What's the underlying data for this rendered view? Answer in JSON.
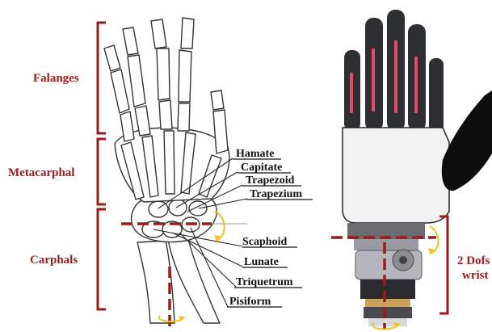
{
  "regions": [
    {
      "id": "falanges",
      "label": "Falanges"
    },
    {
      "id": "metacarphal",
      "label": "Metacarphal"
    },
    {
      "id": "carphals",
      "label": "Carphals"
    }
  ],
  "bones": [
    {
      "id": "hamate",
      "label": "Hamate"
    },
    {
      "id": "capitate",
      "label": "Capitate"
    },
    {
      "id": "trapezoid",
      "label": "Trapezoid"
    },
    {
      "id": "trapezium",
      "label": "Trapezium"
    },
    {
      "id": "scaphoid",
      "label": "Scaphoid"
    },
    {
      "id": "lunate",
      "label": "Lunate"
    },
    {
      "id": "triquetrum",
      "label": "Triquetrum"
    },
    {
      "id": "pisiform",
      "label": "Pisiform"
    }
  ],
  "wrist_label": {
    "line1": "2 Dofs",
    "line2": "wrist"
  },
  "colors": {
    "accent": "#9b1b1b",
    "axis_arrow": "#f0c020",
    "bone_outline": "#333333",
    "robot_finger": "#2e2f33",
    "robot_palm": "#f2f2f2"
  }
}
